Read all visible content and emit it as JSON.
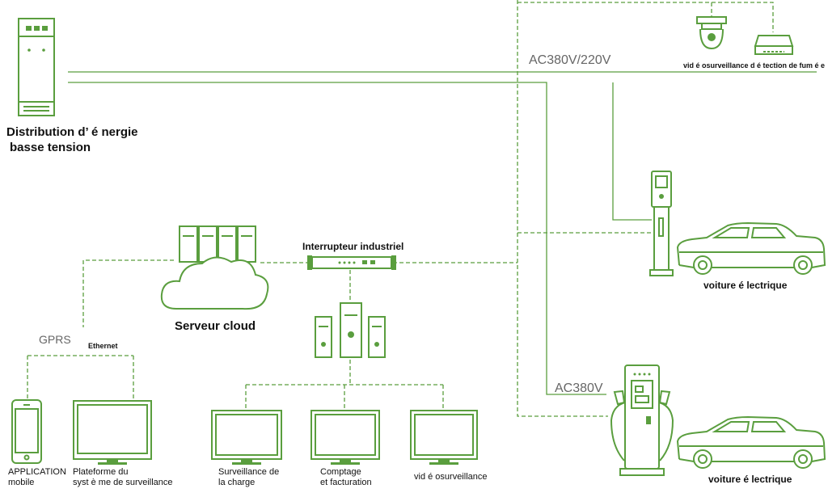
{
  "labels": {
    "distribution": "Distribution d’ é nergie",
    "distribution_2": "basse tension",
    "ac380_220": "AC380V/220V",
    "camera_top": "vid é osurveillance",
    "smoke": "d é tection de fum é e",
    "switch": "Interrupteur industriel",
    "cloud": "Serveur cloud",
    "gprs": "GPRS",
    "ethernet": "Ethernet",
    "car_top": "voiture  é lectrique",
    "ac380": "AC380V",
    "car_bottom": "voiture  é lectrique",
    "app_1": "APPLICATION",
    "app_2": "mobile",
    "platform_1": "Plateforme du",
    "platform_2": "syst è me de surveillance",
    "charge_1": "Surveillance de",
    "charge_2": "la charge",
    "billing_1": "Comptage",
    "billing_2": "et facturation",
    "video_bottom": "vid é osurveillance"
  }
}
